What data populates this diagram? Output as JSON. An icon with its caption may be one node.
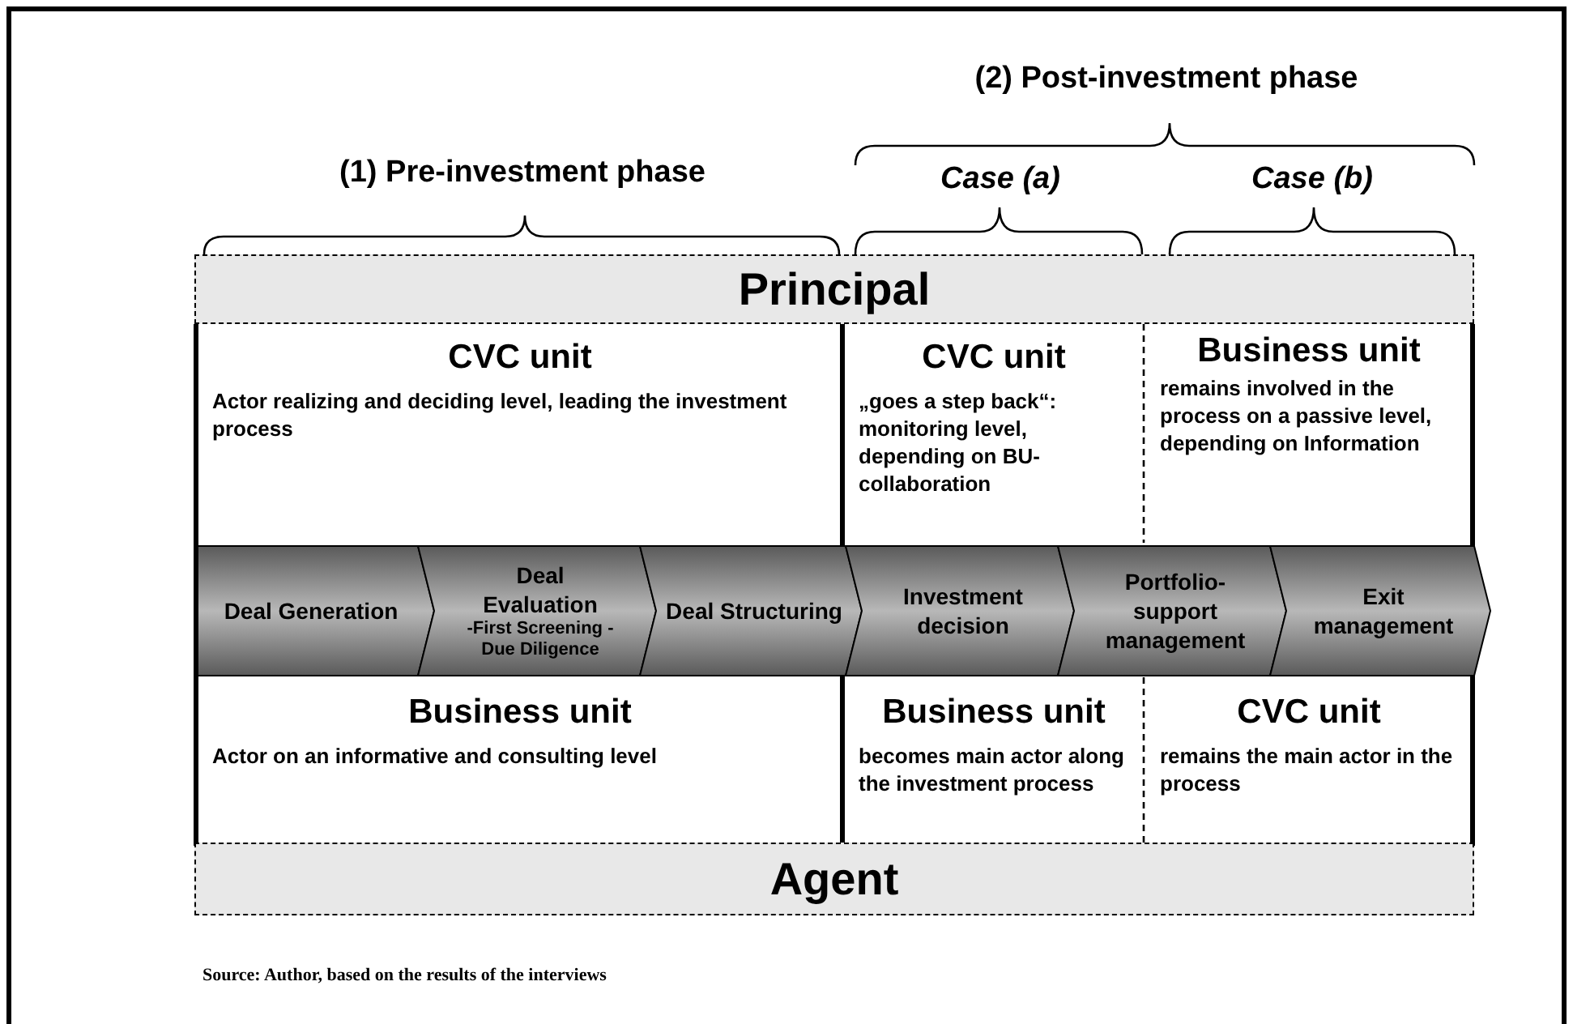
{
  "diagram": {
    "caption": "Source: Author, based on the results of the interviews",
    "nodes": [
      {
        "text": [
          "Principal"
        ]
      },
      {
        "text": [
          "CVC unit",
          "Actor realizing and deciding level, leading the investment process"
        ]
      },
      {
        "text": [
          "CVC unit",
          "„goes a step back“: monitoring level, depending on BU-collaboration"
        ]
      },
      {
        "text": [
          "Business unit",
          "remains involved in the process on a passive level, depending on Information"
        ]
      },
      {
        "text": [
          "Deal Generation"
        ]
      },
      {
        "text": [
          "Deal Evaluation",
          "-First Screening -Due Diligence"
        ]
      },
      {
        "text": [
          "Deal Structuring"
        ]
      },
      {
        "text": [
          "Investment decision"
        ]
      },
      {
        "text": [
          "Portfolio-support management"
        ]
      },
      {
        "text": [
          "Exit management"
        ]
      },
      {
        "text": [
          "Business unit",
          "Actor on an informative and consulting level"
        ]
      },
      {
        "text": [
          "Business unit",
          "becomes main actor along the investment process"
        ]
      },
      {
        "text": [
          "CVC unit",
          "remains the main actor in the process"
        ]
      },
      {
        "text": [
          "Agent"
        ]
      }
    ],
    "edges": [],
    "labels": [
      "(2) Post-investment phase",
      "(1) Pre-investment phase",
      "Case (a)",
      "Case (b)"
    ]
  }
}
